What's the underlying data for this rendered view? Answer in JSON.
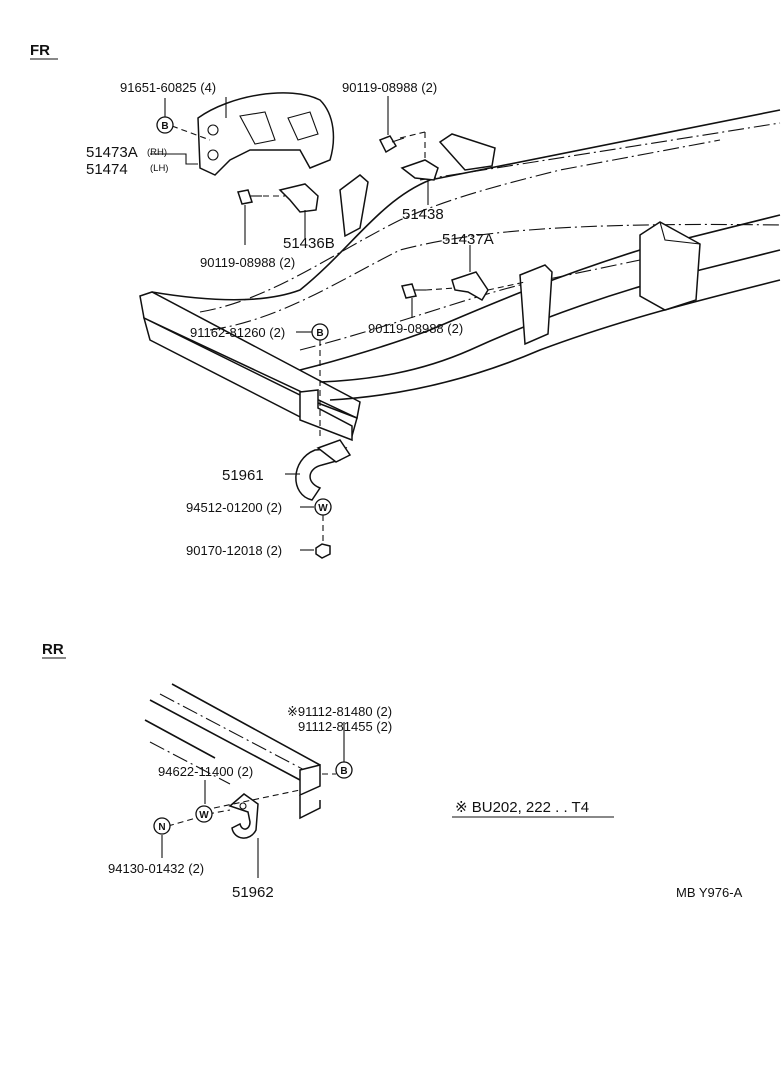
{
  "sections": {
    "front": "FR",
    "rear": "RR"
  },
  "badges": {
    "b": "B",
    "w": "W",
    "n": "N"
  },
  "front_parts": {
    "p91651": "91651-60825 (4)",
    "p90119_top": "90119-08988 (2)",
    "p51473a": "51473A",
    "rh": "(RH)",
    "p51474": "51474",
    "lh": "(LH)",
    "p51438": "51438",
    "p90119_left": "90119-08988 (2)",
    "p51436b": "51436B",
    "p51437a": "51437A",
    "p90119_right": "90119-08988 (2)",
    "p91162": "91162-81260 (2)",
    "p51961": "51961",
    "p94512": "94512-01200 (2)",
    "p90170": "90170-12018 (2)"
  },
  "rear_parts": {
    "p91112_a": "※91112-81480 (2)",
    "p91112_b": "91112-81455 (2)",
    "p94622": "94622-11400 (2)",
    "p94130": "94130-01432 (2)",
    "p51962": "51962"
  },
  "note": "※ BU202, 222 . . T4",
  "figure_code": "MB Y976-A"
}
